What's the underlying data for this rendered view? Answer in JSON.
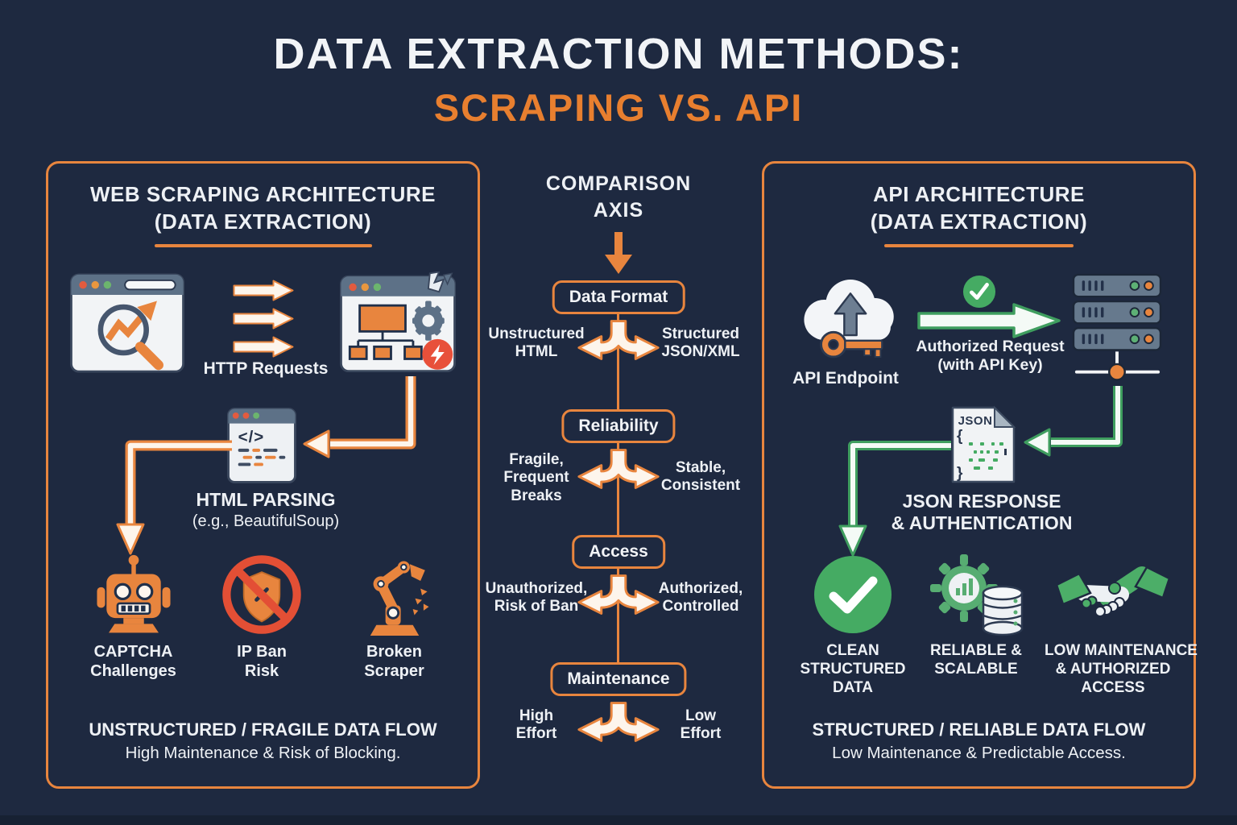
{
  "colors": {
    "background": "#1E2940",
    "panel_border": "#E8853E",
    "accent_orange": "#E8853E",
    "title_orange": "#E87F2F",
    "accent_green": "#45AB63",
    "alert_red": "#E34F35",
    "slate": "#64788C",
    "text": "#EEF1F5"
  },
  "title": {
    "line1": "DATA EXTRACTION METHODS:",
    "line2": "SCRAPING VS. API"
  },
  "left_panel": {
    "heading_line1": "WEB SCRAPING ARCHITECTURE",
    "heading_line2": "(DATA EXTRACTION)",
    "http_requests_label": "HTTP Requests",
    "parsing_title": "HTML PARSING",
    "parsing_subtitle": "(e.g., BeautifulSoup)",
    "risks": [
      {
        "icon": "captcha-robot-icon",
        "lines": [
          "CAPTCHA",
          "Challenges"
        ]
      },
      {
        "icon": "ip-ban-shield-icon",
        "lines": [
          "IP Ban",
          "Risk"
        ]
      },
      {
        "icon": "broken-scraper-arm-icon",
        "lines": [
          "Broken",
          "Scraper"
        ]
      }
    ],
    "footer_bold": "UNSTRUCTURED / FRAGILE DATA FLOW",
    "footer_text": "High Maintenance & Risk of Blocking."
  },
  "comparison": {
    "heading_line1": "COMPARISON",
    "heading_line2": "AXIS",
    "rows": [
      {
        "label": "Data Format",
        "left": [
          "Unstructured",
          "HTML"
        ],
        "right": [
          "Structured",
          "JSON/XML"
        ]
      },
      {
        "label": "Reliability",
        "left": [
          "Fragile,",
          "Frequent",
          "Breaks"
        ],
        "right": [
          "Stable,",
          "Consistent"
        ]
      },
      {
        "label": "Access",
        "left": [
          "Unauthorized,",
          "Risk of Ban"
        ],
        "right": [
          "Authorized,",
          "Controlled"
        ]
      },
      {
        "label": "Maintenance",
        "left": [
          "High",
          "Effort"
        ],
        "right": [
          "Low",
          "Effort"
        ]
      }
    ]
  },
  "right_panel": {
    "heading_line1": "API ARCHITECTURE",
    "heading_line2": "(DATA EXTRACTION)",
    "endpoint_label": "API Endpoint",
    "request_label_line1": "Authorized Request",
    "request_label_line2": "(with API Key)",
    "json_doc_label": "JSON",
    "json_title_line1": "JSON RESPONSE",
    "json_title_line2": "& AUTHENTICATION",
    "benefits": [
      {
        "icon": "check-circle-icon",
        "lines": [
          "CLEAN",
          "STRUCTURED",
          "DATA"
        ]
      },
      {
        "icon": "gear-database-icon",
        "lines": [
          "RELIABLE &",
          "SCALABLE"
        ]
      },
      {
        "icon": "handshake-icon",
        "lines": [
          "LOW MAINTENANCE",
          "& AUTHORIZED",
          "ACCESS"
        ]
      }
    ],
    "footer_bold": "STRUCTURED / RELIABLE DATA FLOW",
    "footer_text": "Low Maintenance & Predictable Access."
  },
  "misc": {
    "code_glyph": "</>"
  }
}
